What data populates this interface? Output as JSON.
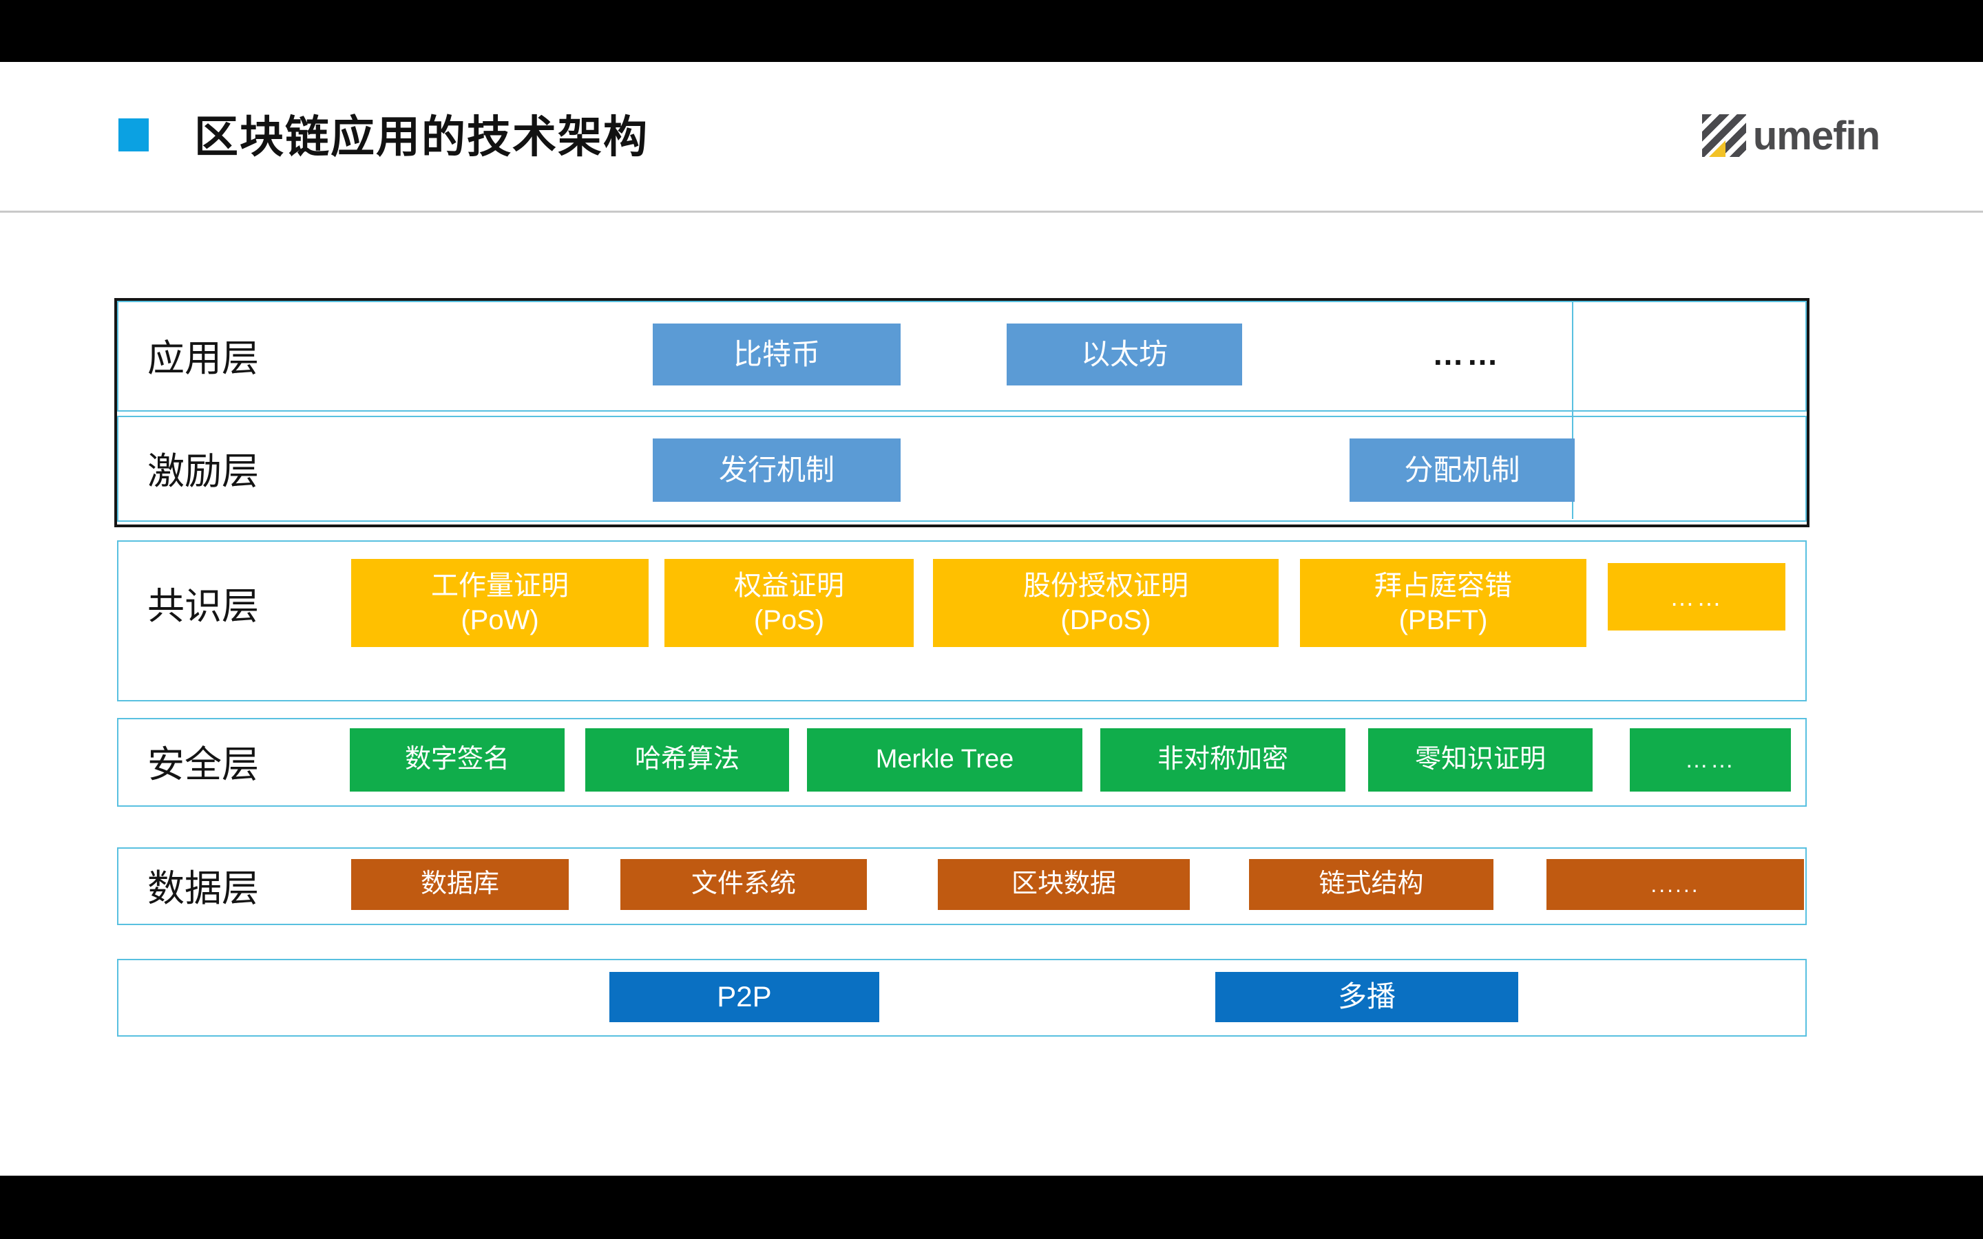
{
  "header": {
    "title": "区块链应用的技术架构",
    "bullet_color": "#0ba1e2",
    "divider_color": "#c9c9c9"
  },
  "logo": {
    "text": "umefin",
    "text_color": "#4b4b4d",
    "accent_color": "#f2c227"
  },
  "colors": {
    "application_incentive_button": "#5b9bd5",
    "consensus_button": "#ffc000",
    "security_button": "#10ad4b",
    "data_button": "#c05a11",
    "network_button": "#0a70c2",
    "layer_box_border": "#58c0e0",
    "outer_box_border": "#151515",
    "letterbox": "#000000"
  },
  "layers": [
    {
      "label": "应用层",
      "items": [
        {
          "label": "比特币"
        },
        {
          "label": "以太坊"
        },
        {
          "label": "……"
        }
      ]
    },
    {
      "label": "激励层",
      "items": [
        {
          "label": "发行机制"
        },
        {
          "label": "分配机制"
        }
      ]
    },
    {
      "label": "共识层",
      "items": [
        {
          "line1": "工作量证明",
          "line2": "(PoW)"
        },
        {
          "line1": "权益证明",
          "line2": "(PoS)"
        },
        {
          "line1": "股份授权证明",
          "line2": "(DPoS)"
        },
        {
          "line1": "拜占庭容错",
          "line2": "(PBFT)"
        },
        {
          "label": "……"
        }
      ]
    },
    {
      "label": "安全层",
      "items": [
        {
          "label": "数字签名"
        },
        {
          "label": "哈希算法"
        },
        {
          "label": "Merkle Tree"
        },
        {
          "label": "非对称加密"
        },
        {
          "label": "零知识证明"
        },
        {
          "label": "……"
        }
      ]
    },
    {
      "label": "数据层",
      "items": [
        {
          "label": "数据库"
        },
        {
          "label": "文件系统"
        },
        {
          "label": "区块数据"
        },
        {
          "label": "链式结构"
        },
        {
          "label": "......"
        }
      ]
    },
    {
      "label": "",
      "items": [
        {
          "label": "P2P"
        },
        {
          "label": "多播"
        }
      ]
    }
  ]
}
